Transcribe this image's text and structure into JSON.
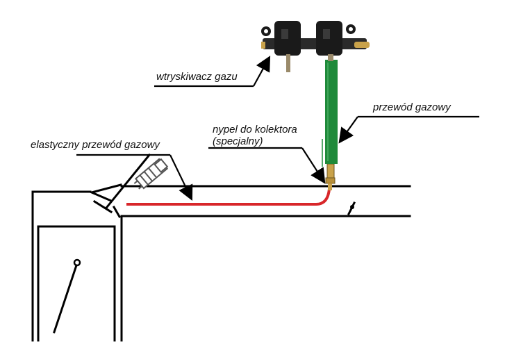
{
  "labels": {
    "injector": "wtryskiwacz gazu",
    "gas_hose": "przewód gazowy",
    "nipple_line1": "nypel do kolektora",
    "nipple_line2": "(specjalny)",
    "flexible_hose": "elastyczny przewód gazowy"
  },
  "colors": {
    "gas_hose": "#1f8a3a",
    "flexible_hose": "#d8262a",
    "nipple": "#c9a24a",
    "injector_body": "#1a1a1a"
  }
}
